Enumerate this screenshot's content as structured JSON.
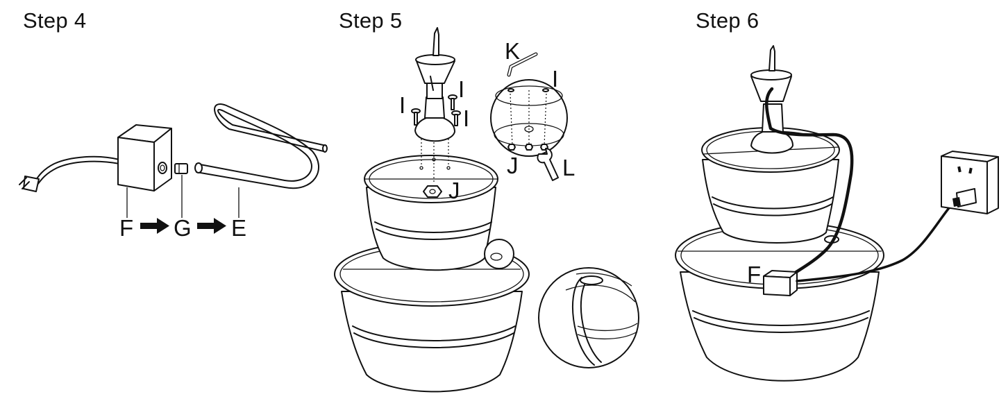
{
  "steps": [
    {
      "title": "Step 4",
      "labels": {
        "adapter": "F",
        "connector": "G",
        "hose": "E"
      }
    },
    {
      "title": "Step 5",
      "labels": {
        "screw_left": "I",
        "screw_right_top": "I",
        "screw_right_bottom": "I",
        "nut": "J",
        "allen_key": "K",
        "detail_screw": "I",
        "detail_nut": "J",
        "wrench": "L"
      }
    },
    {
      "title": "Step 6",
      "labels": {
        "adapter": "F"
      }
    }
  ],
  "icons": [
    "plug-icon",
    "adapter-box-icon",
    "arrow-right-icon",
    "hose-icon",
    "allen-key-icon",
    "wrench-icon",
    "screw-icon",
    "nut-icon",
    "fountain-icon",
    "wall-outlet-icon",
    "magnifier-detail-icon"
  ]
}
